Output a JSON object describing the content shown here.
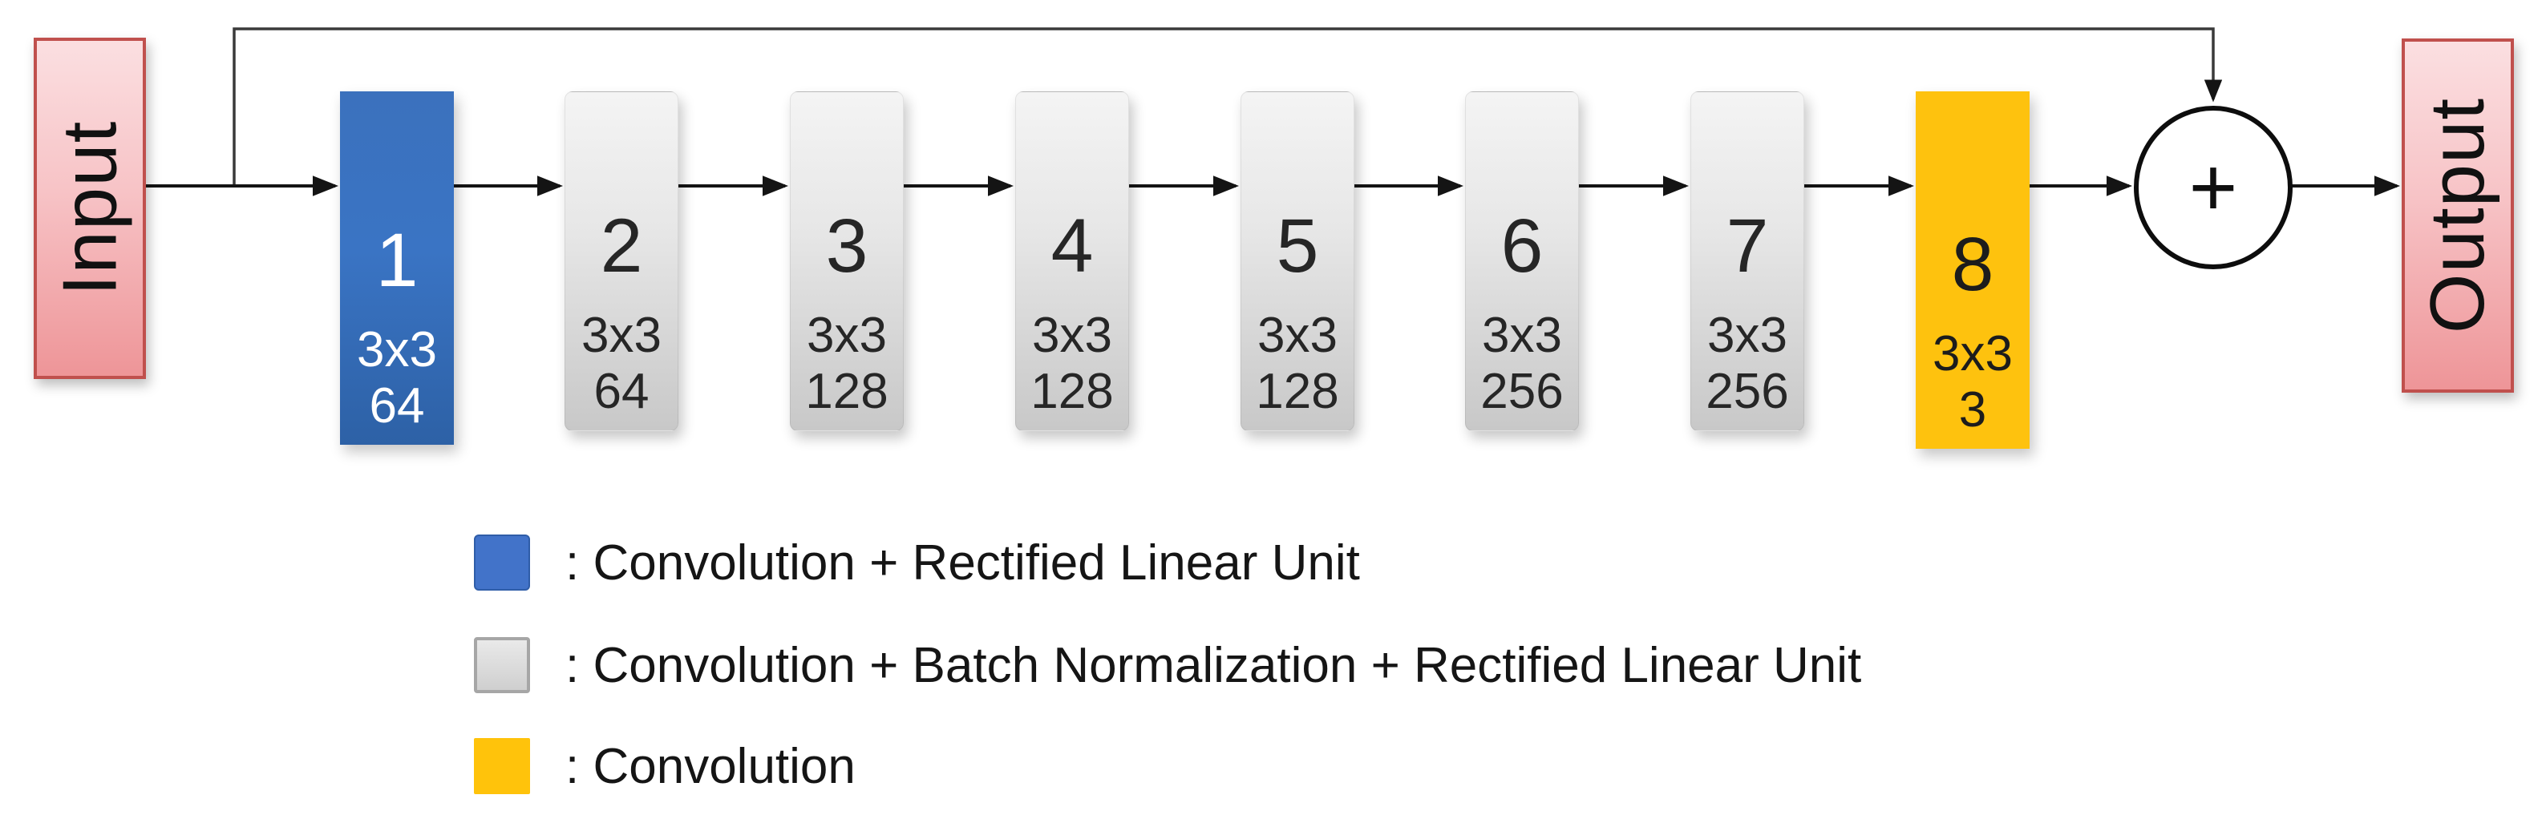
{
  "diagram": {
    "input_label": "Input",
    "output_label": "Output",
    "sum_symbol": "+",
    "blocks": [
      {
        "number": "1",
        "kernel": "3x3",
        "channels": "64",
        "type": "convolution + relu"
      },
      {
        "number": "2",
        "kernel": "3x3",
        "channels": "64",
        "type": "convolution + batch-norm + relu"
      },
      {
        "number": "3",
        "kernel": "3x3",
        "channels": "128",
        "type": "convolution + batch-norm + relu"
      },
      {
        "number": "4",
        "kernel": "3x3",
        "channels": "128",
        "type": "convolution + batch-norm + relu"
      },
      {
        "number": "5",
        "kernel": "3x3",
        "channels": "128",
        "type": "convolution + batch-norm + relu"
      },
      {
        "number": "6",
        "kernel": "3x3",
        "channels": "256",
        "type": "convolution + batch-norm + relu"
      },
      {
        "number": "7",
        "kernel": "3x3",
        "channels": "256",
        "type": "convolution + batch-norm + relu"
      },
      {
        "number": "8",
        "kernel": "3x3",
        "channels": "3",
        "type": "convolution"
      }
    ],
    "colors": {
      "conv_relu_blue": "#3a74c4",
      "conv_bn_relu_gray": "#d9d9d9",
      "conv_orange": "#fec20e",
      "io_fill_pink": "#f3b1b4",
      "io_border_red": "#c0504d",
      "connector_black": "#1c1c1c"
    }
  },
  "legend": {
    "items": [
      {
        "label": ": Convolution + Rectified Linear Unit",
        "color": "#4273c9"
      },
      {
        "label": ": Convolution + Batch Normalization + Rectified Linear Unit",
        "color": "#d2d2d2"
      },
      {
        "label": ": Convolution",
        "color": "#ffc30b"
      }
    ]
  }
}
